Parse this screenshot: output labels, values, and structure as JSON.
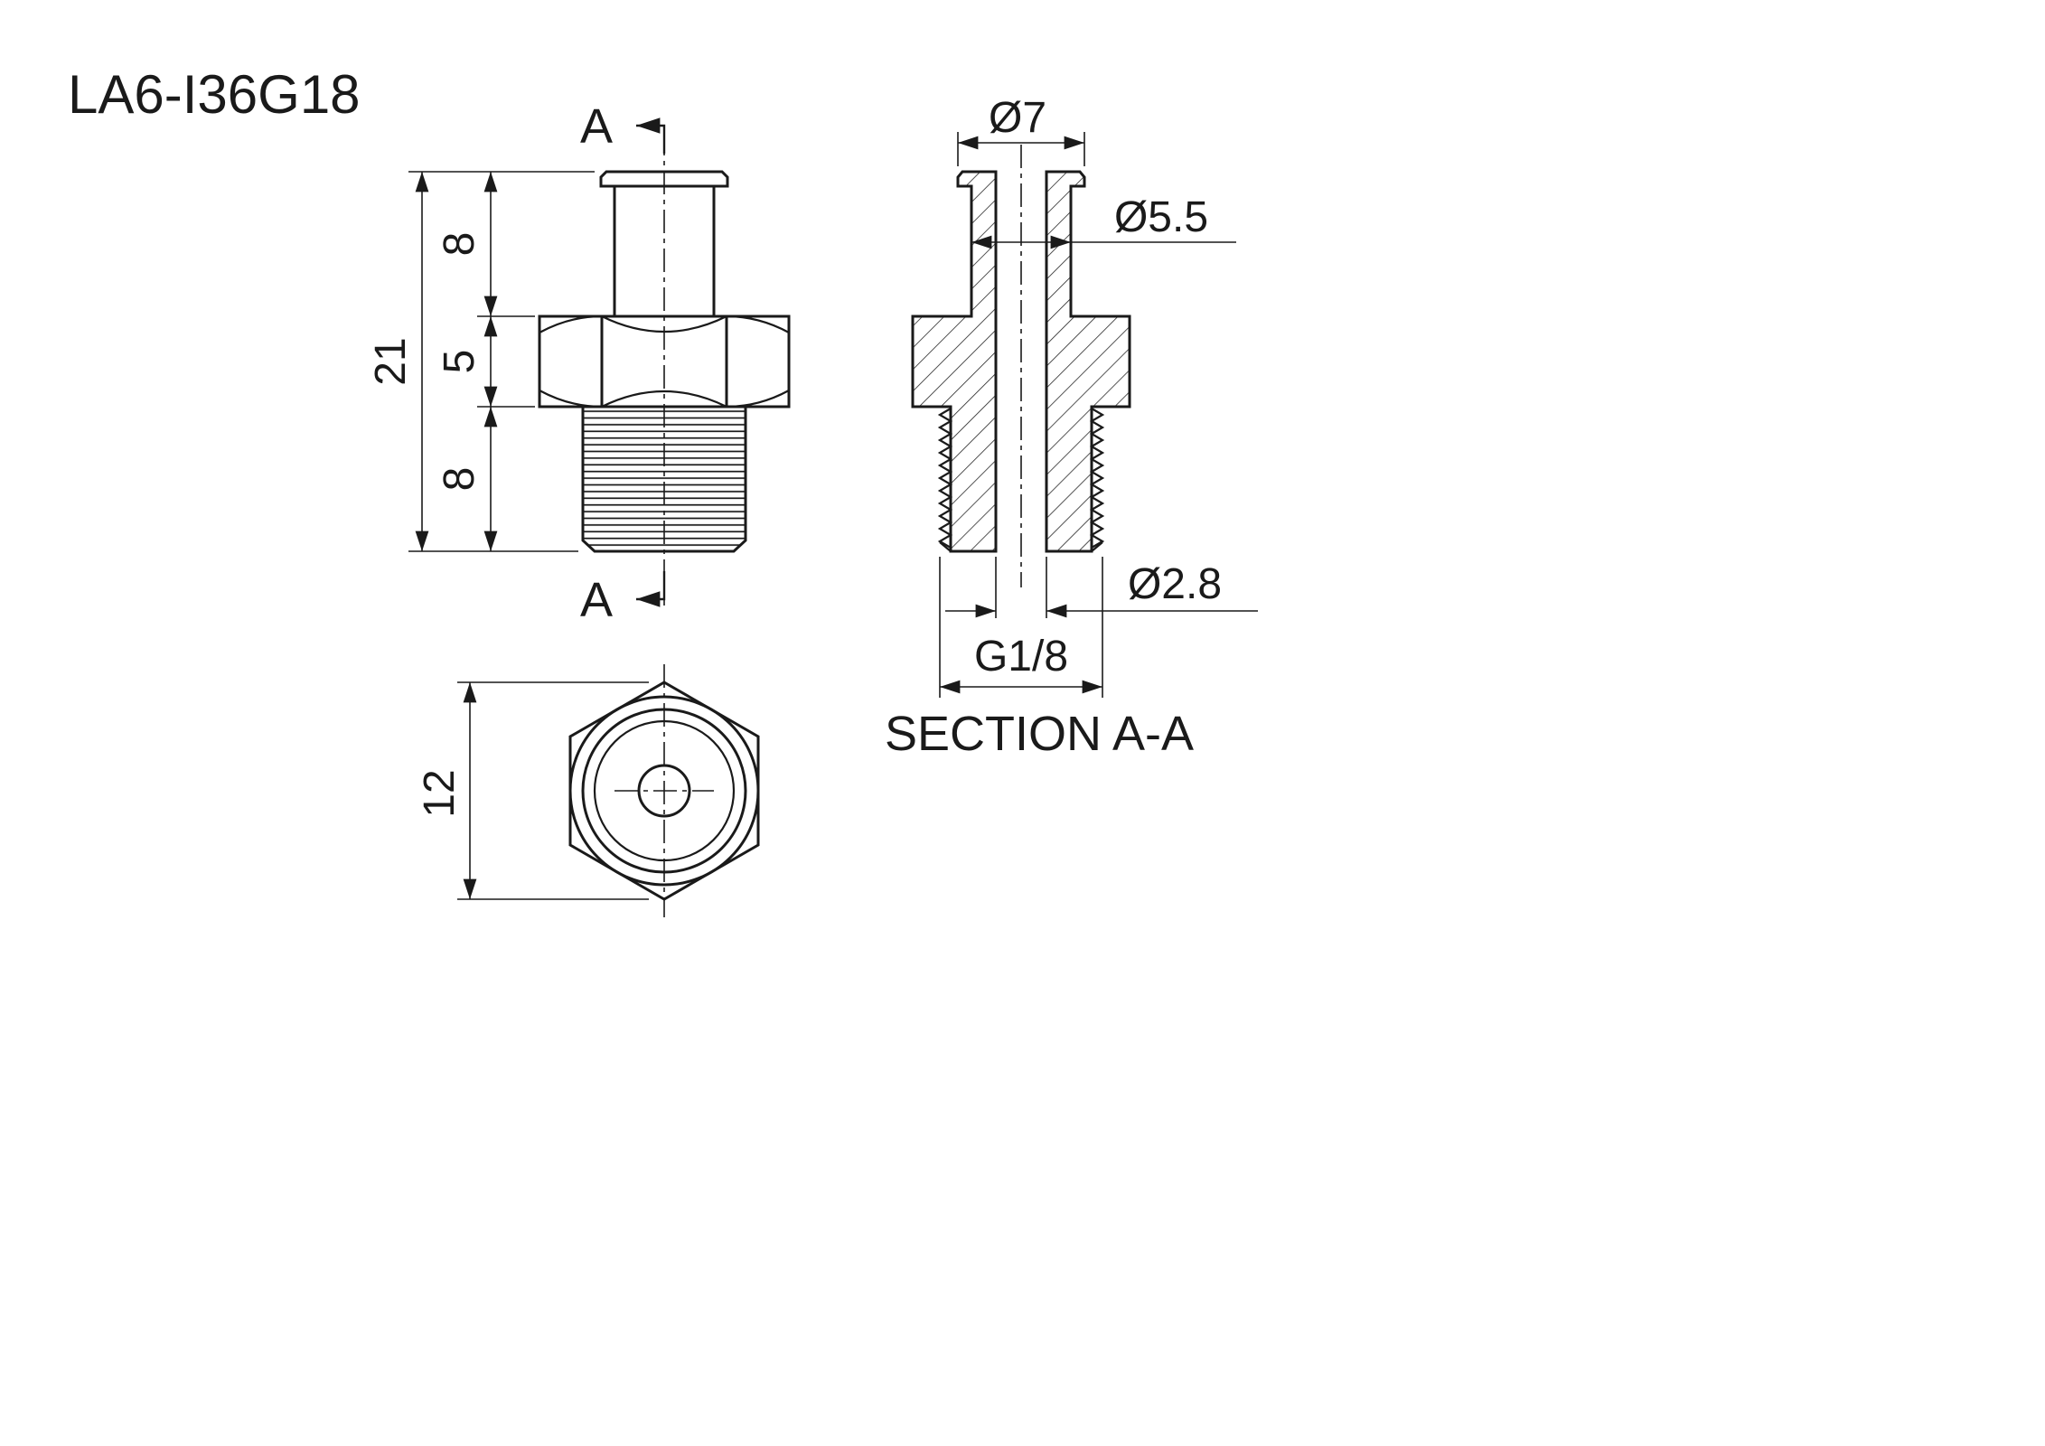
{
  "drawing": {
    "title": "LA6-I36G18",
    "colors": {
      "line": "#1a1a1a",
      "background": "#ffffff"
    },
    "front": {
      "overall": "21",
      "barb": "8",
      "hex": "5",
      "thread": "8"
    },
    "bottom": {
      "width": "12"
    },
    "section": {
      "marker": "A",
      "label": "SECTION A-A",
      "barb_od": "Ø7",
      "stem_od": "Ø5.5",
      "bore": "Ø2.8",
      "thread": "G1/8"
    }
  }
}
